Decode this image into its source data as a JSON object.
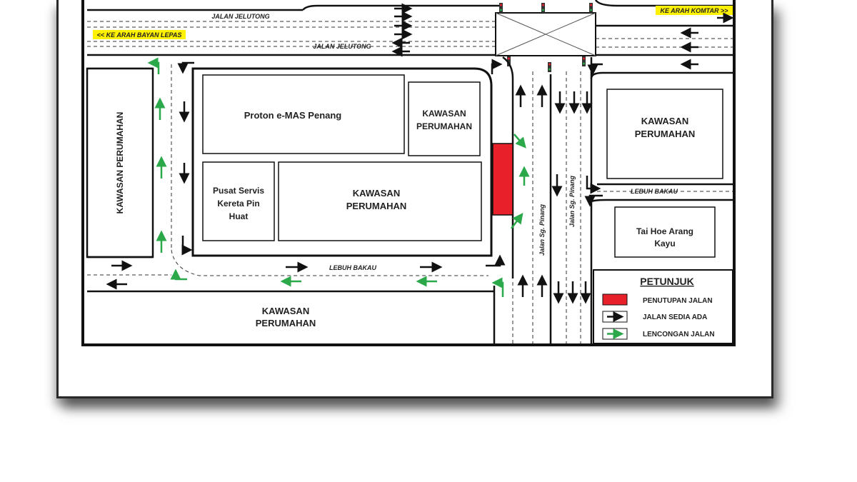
{
  "map": {
    "roads": {
      "jalan_jelutong_top": "JALAN JELUTONG",
      "jalan_jelutong_mid": "JALAN JELUTONG",
      "lebuh_bakau_bottom": "LEBUH BAKAU",
      "lebuh_bakau_right": "LEBUH BAKAU",
      "jalan_sg_pinang_left": "Jalan Sg. Pinang",
      "jalan_sg_pinang_right": "Jalan Sg. Pinang"
    },
    "signs": {
      "ke_arah_komtar": "KE ARAH KOMTAR >>",
      "ke_arah_bayan_lepas": "<< KE ARAH BAYAN LEPAS"
    },
    "buildings": {
      "kawasan_left": "KAWASAN PERUMAHAN",
      "proton_line1": "Proton e-MAS Penang",
      "kawasan_top_mid_l1": "KAWASAN",
      "kawasan_top_mid_l2": "PERUMAHAN",
      "pusat_l1": "Pusat Servis",
      "pusat_l2": "Kereta Pin",
      "pusat_l3": "Huat",
      "kawasan_center_l1": "KAWASAN",
      "kawasan_center_l2": "PERUMAHAN",
      "kawasan_right_l1": "KAWASAN",
      "kawasan_right_l2": "PERUMAHAN",
      "tai_hoe_l1": "Tai Hoe Arang",
      "tai_hoe_l2": "Kayu",
      "kawasan_bottom_l1": "KAWASAN",
      "kawasan_bottom_l2": "PERUMAHAN"
    },
    "legend": {
      "title": "PETUNJUK",
      "closure": "PENUTUPAN JALAN",
      "existing": "JALAN SEDIA ADA",
      "diversion": "LENCONGAN JALAN"
    },
    "colors": {
      "closure": "#e8202a",
      "existing_arrow": "#111111",
      "diversion_arrow": "#2aa84a",
      "sign_bg": "#fff200"
    }
  }
}
